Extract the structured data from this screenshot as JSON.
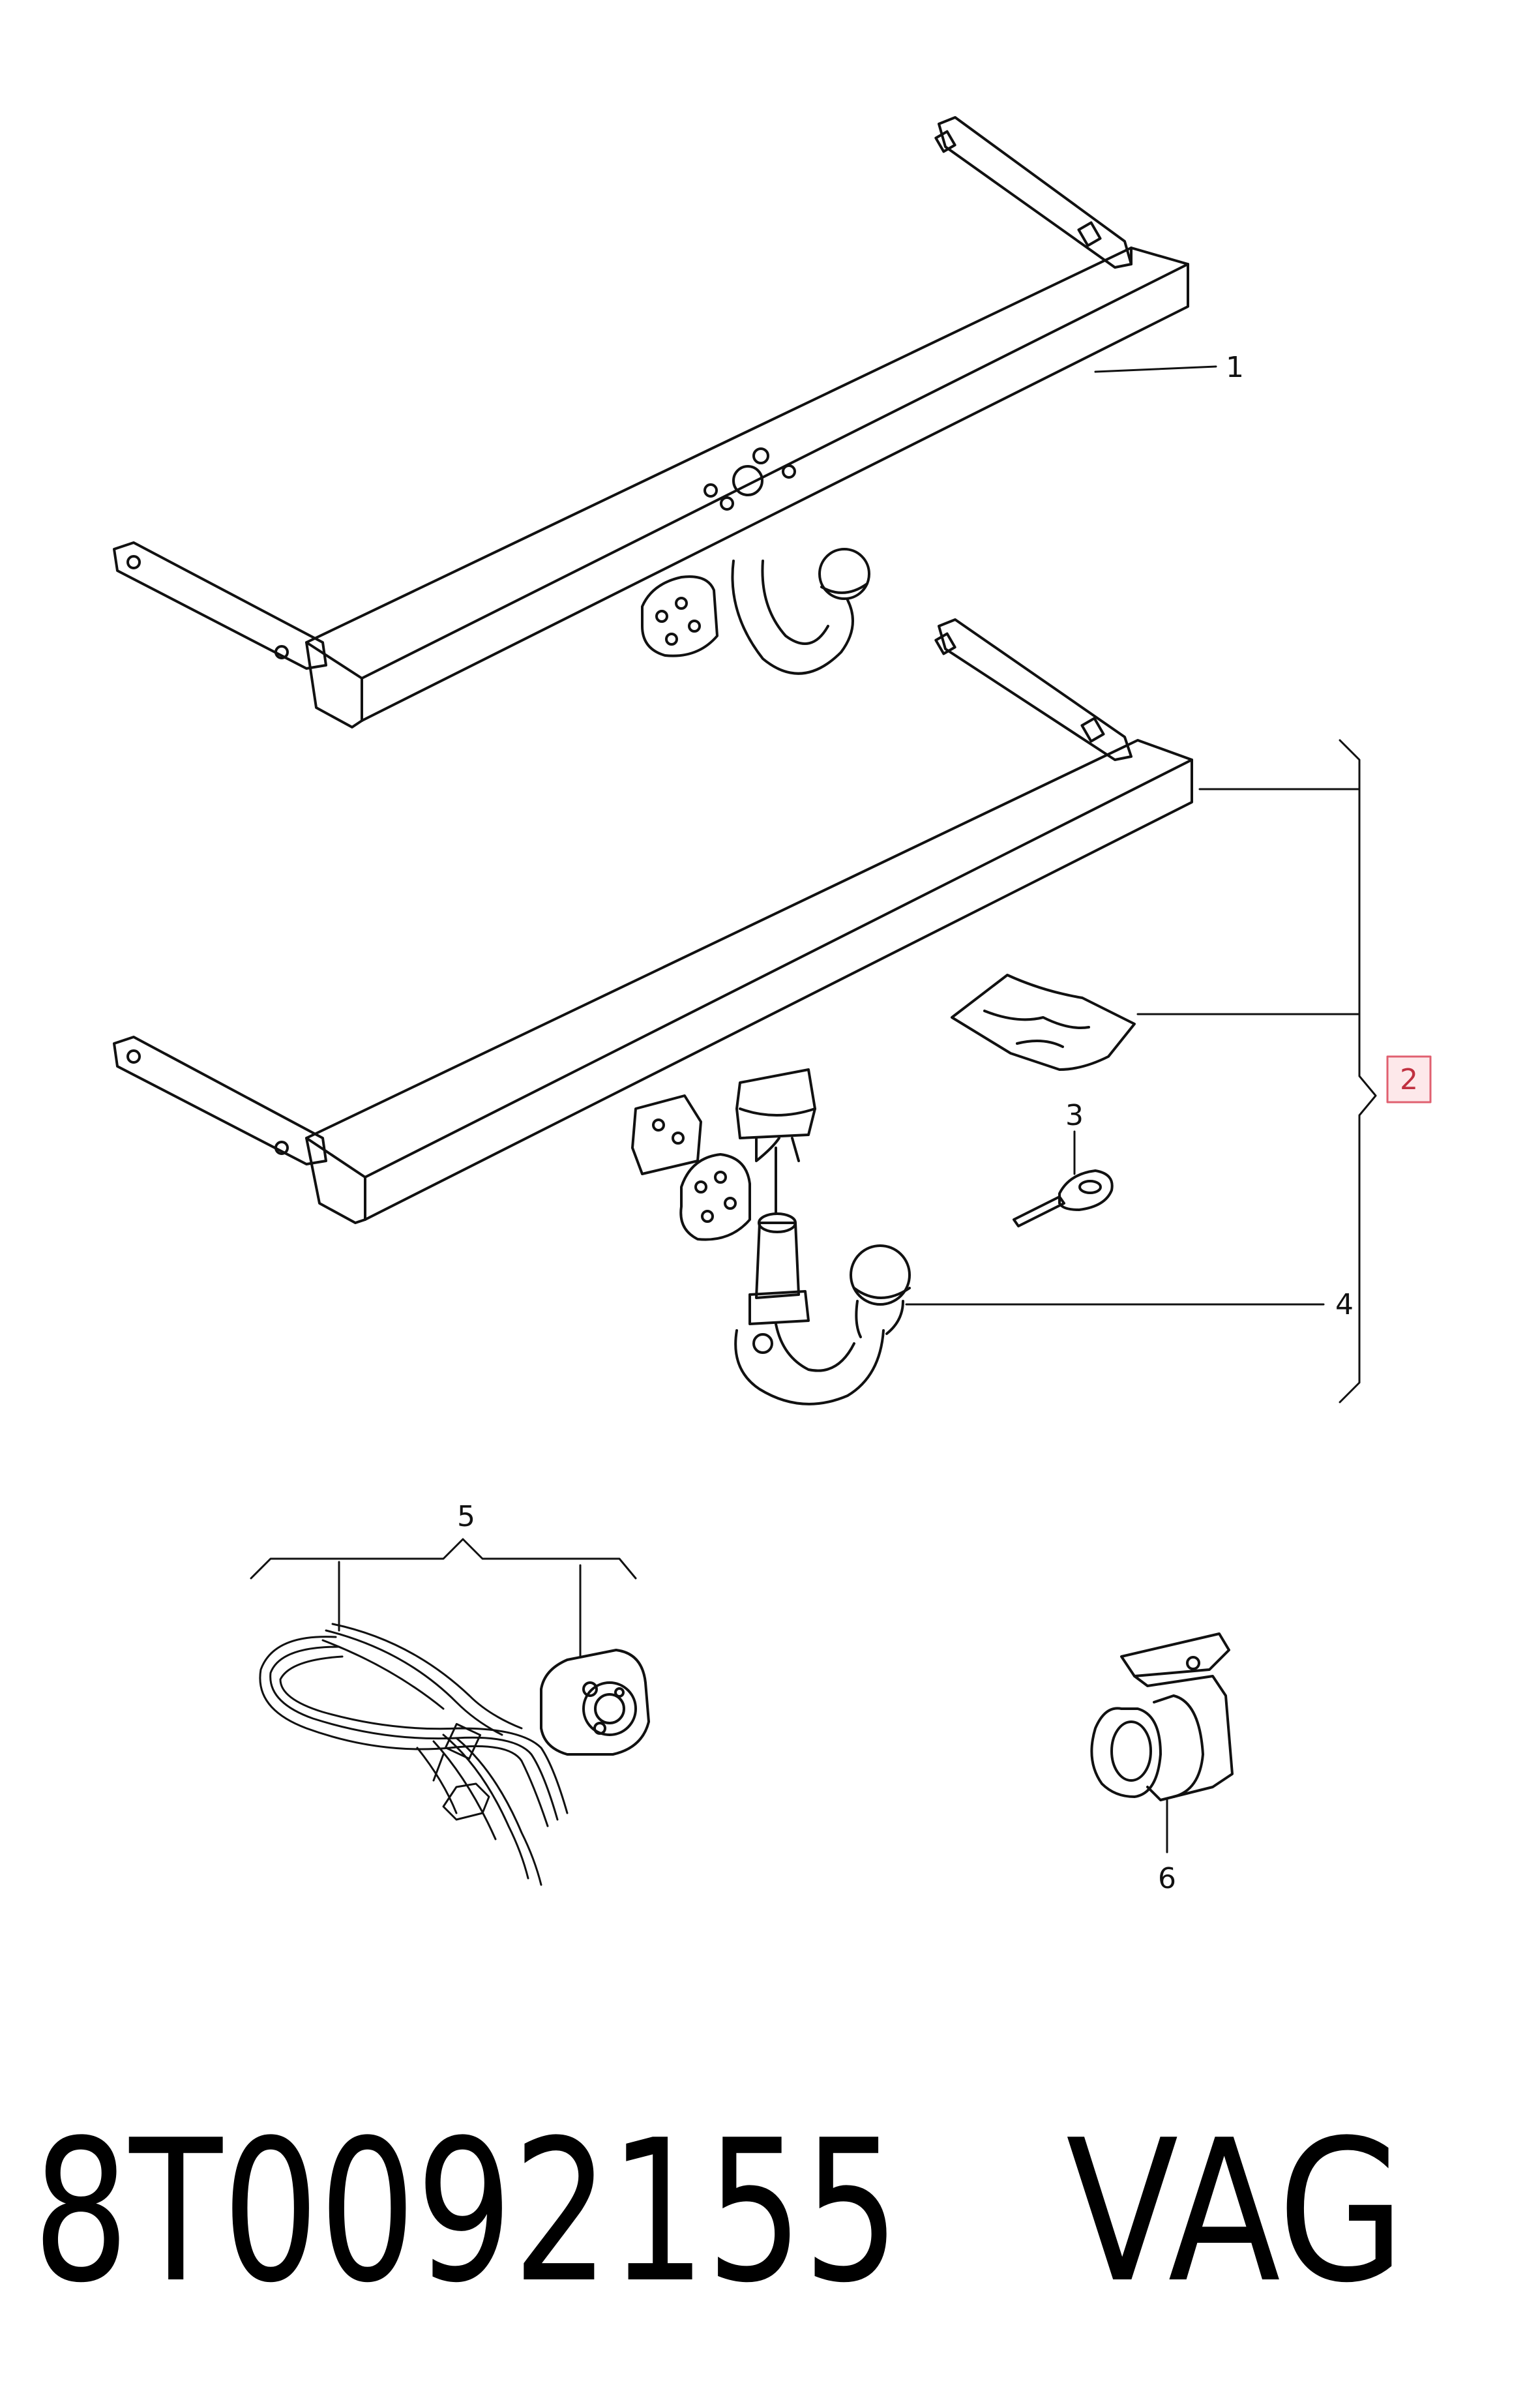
{
  "diagram": {
    "callouts": [
      {
        "id": "1",
        "label": "1"
      },
      {
        "id": "2",
        "label": "2",
        "highlighted": true
      },
      {
        "id": "3",
        "label": "3"
      },
      {
        "id": "4",
        "label": "4"
      },
      {
        "id": "5",
        "label": "5"
      },
      {
        "id": "6",
        "label": "6"
      }
    ],
    "colors": {
      "line": "#111111",
      "highlight_fill": "#fde8ea",
      "highlight_stroke": "#e06070",
      "highlight_text": "#c03040"
    }
  },
  "footer": {
    "part_number": "8T0092155",
    "brand": "VAG"
  }
}
